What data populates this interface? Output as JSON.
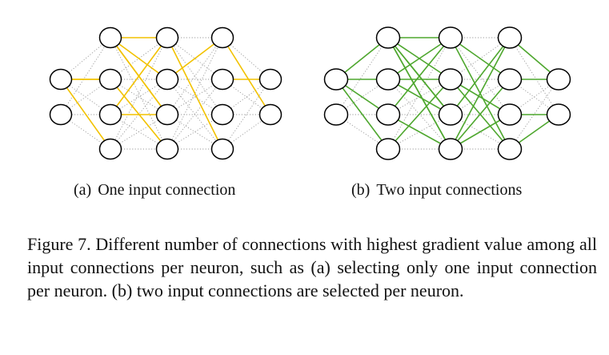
{
  "subfigures": [
    {
      "label": "(a)",
      "caption": "One input connection",
      "highlight_color": "#f2c200",
      "highlighted_inputs_per_neuron": 1
    },
    {
      "label": "(b)",
      "caption": "Two input connections",
      "highlight_color": "#4ea72e",
      "highlighted_inputs_per_neuron": 2
    }
  ],
  "network": {
    "layer_sizes": [
      2,
      4,
      4,
      4,
      2
    ],
    "neuron_fill": "#ffffff",
    "neuron_stroke": "#000000",
    "background_edge_color": "#9a9a9a",
    "background_edge_style": "dotted"
  },
  "caption": "Figure 7. Different number of connections with highest gradient value among all input connections per neuron, such as (a) selecting only one input connection per neuron. (b) two input connections are selected per neuron."
}
